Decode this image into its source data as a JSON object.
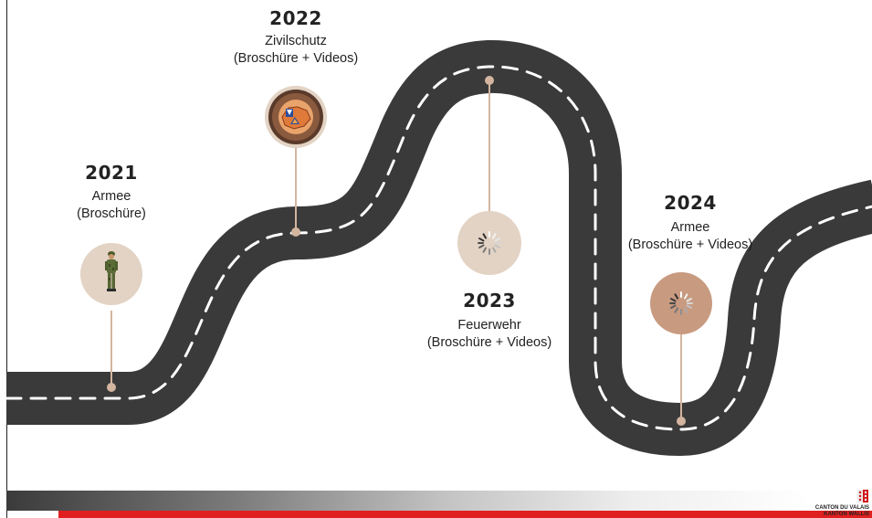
{
  "milestones": [
    {
      "year": "2021",
      "title": "Armee",
      "subtitle": "(Broschüre)",
      "icon": "soldier-icon"
    },
    {
      "year": "2022",
      "title": "Zivilschutz",
      "subtitle": "(Broschüre + Videos)",
      "icon": "civil-protection-badge-icon"
    },
    {
      "year": "2023",
      "title": "Feuerwehr",
      "subtitle": "(Broschüre + Videos)",
      "icon": "loading-spinner-icon"
    },
    {
      "year": "2024",
      "title": "Armee",
      "subtitle": "(Broschüre + Videos)",
      "icon": "loading-spinner-icon"
    }
  ],
  "logo": {
    "line1": "CANTON DU VALAIS",
    "line2": "KANTON WALLIS"
  },
  "colors": {
    "road": "#3a3a3a",
    "road_marking": "#ffffff",
    "pin": "#d3b5a0",
    "circle_light": "#e3d3c4",
    "circle_dark": "#c89a80",
    "accent_red": "#e02020"
  }
}
